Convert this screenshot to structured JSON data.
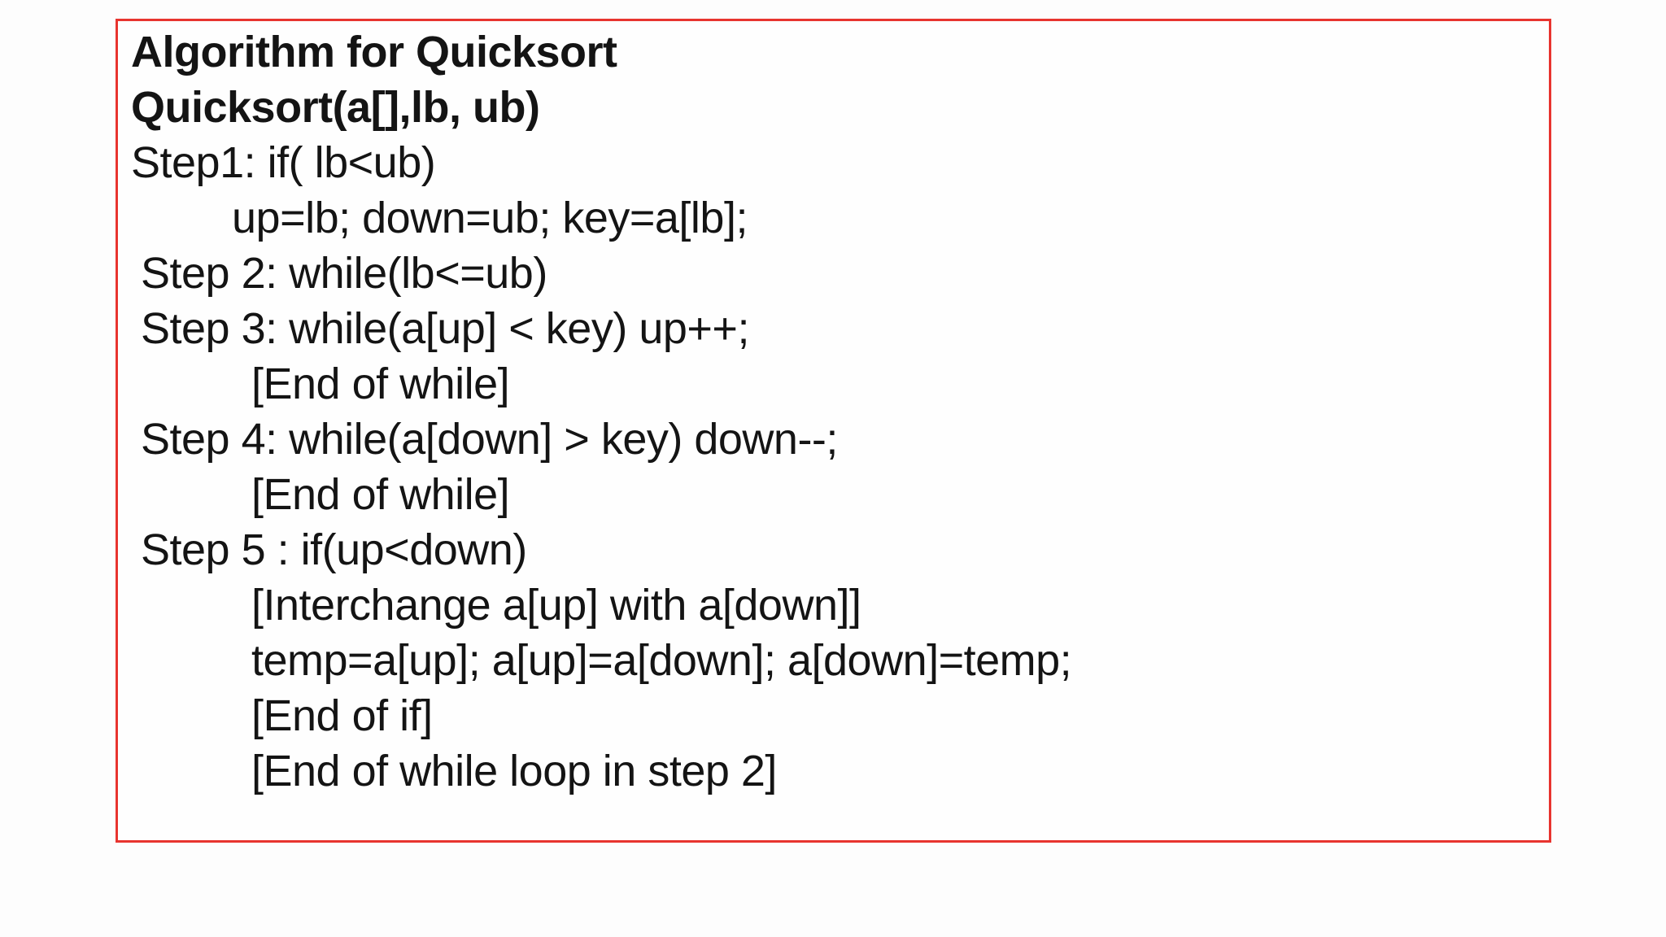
{
  "slide": {
    "background_color": "#fdfdfd",
    "box_border_color": "#e8342f",
    "text_color": "#141414"
  },
  "algorithm": {
    "lines": [
      {
        "text": "Algorithm for Quicksort",
        "bold": true,
        "indent": 0
      },
      {
        "text": "Quicksort(a[],lb, ub)",
        "bold": true,
        "indent": 0
      },
      {
        "text": "Step1: if( lb<ub)",
        "bold": false,
        "indent": 0
      },
      {
        "text": "up=lb; down=ub; key=a[lb];",
        "bold": false,
        "indent": 2
      },
      {
        "text": "Step 2: while(lb<=ub)",
        "bold": false,
        "indent": 1
      },
      {
        "text": "Step 3: while(a[up] < key) up++;",
        "bold": false,
        "indent": 1
      },
      {
        "text": "[End of while]",
        "bold": false,
        "indent": 3
      },
      {
        "text": "Step 4: while(a[down] > key) down--;",
        "bold": false,
        "indent": 1
      },
      {
        "text": "[End of while]",
        "bold": false,
        "indent": 3
      },
      {
        "text": "Step 5 : if(up<down)",
        "bold": false,
        "indent": 1
      },
      {
        "text": "[Interchange a[up] with a[down]]",
        "bold": false,
        "indent": 3
      },
      {
        "text": "temp=a[up]; a[up]=a[down]; a[down]=temp;",
        "bold": false,
        "indent": 3
      },
      {
        "text": "[End of if]",
        "bold": false,
        "indent": 3
      },
      {
        "text": "[End of while loop in step 2]",
        "bold": false,
        "indent": 3
      }
    ]
  }
}
